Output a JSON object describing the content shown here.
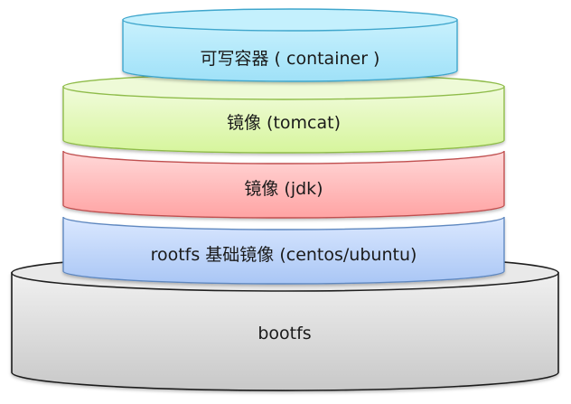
{
  "title": "Docker image layers",
  "layers": [
    {
      "id": "container",
      "label": "可写容器 ( container )",
      "fill_top": "#c9f1fd",
      "fill_bottom": "#9fe1f8",
      "stroke": "#3fa6cc"
    },
    {
      "id": "tomcat",
      "label": "镜像 (tomcat)",
      "fill_top": "#f1fbdc",
      "fill_bottom": "#d6f59c",
      "stroke": "#8fbc4a"
    },
    {
      "id": "jdk",
      "label": "镜像 (jdk)",
      "fill_top": "#ffd9d9",
      "fill_bottom": "#ffa3a3",
      "stroke": "#c05050"
    },
    {
      "id": "rootfs",
      "label": "rootfs 基础镜像 (centos/ubuntu)",
      "fill_top": "#dbe8ff",
      "fill_bottom": "#a9c6f5",
      "stroke": "#5f88c0"
    },
    {
      "id": "bootfs",
      "label": "bootfs",
      "fill_top": "#f0f0f0",
      "fill_bottom": "#c8c8c8",
      "stroke": "#1f1f1f"
    }
  ]
}
